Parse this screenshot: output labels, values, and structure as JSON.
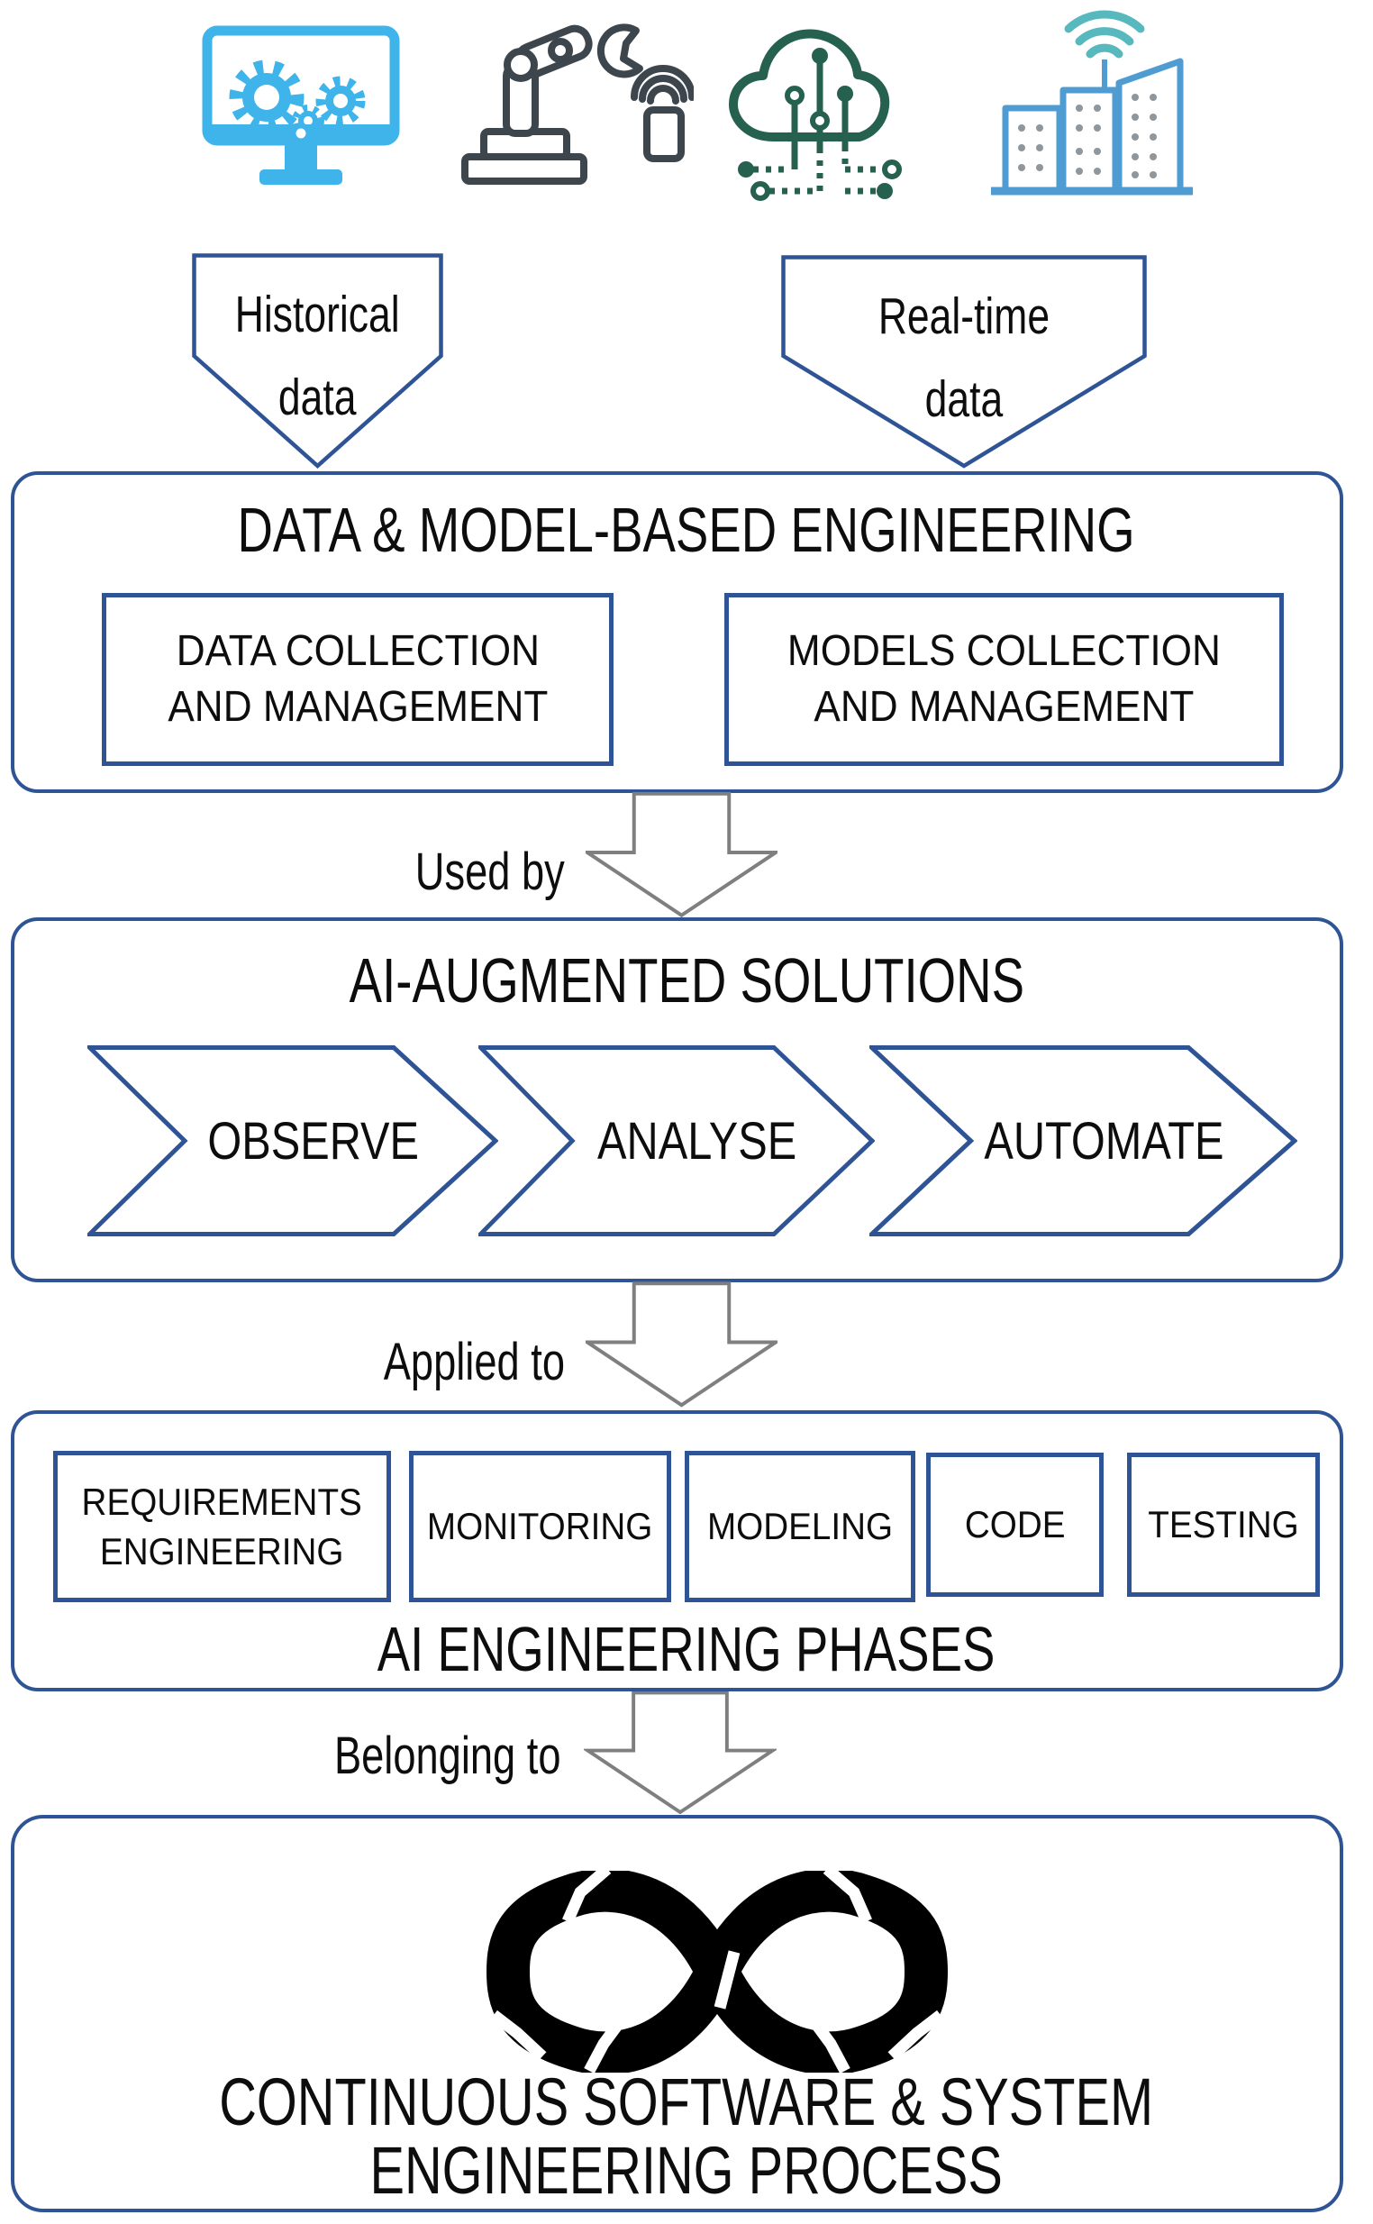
{
  "diagram": {
    "header_icons": [
      {
        "name": "software-monitor-icon"
      },
      {
        "name": "robot-arm-icon"
      },
      {
        "name": "iot-device-icon"
      },
      {
        "name": "cloud-circuit-icon"
      },
      {
        "name": "smart-city-icon"
      }
    ],
    "inputs": {
      "historical": "Historical\ndata",
      "realtime": "Real-time\ndata"
    },
    "data_model_engineering": {
      "title": "DATA & MODEL-BASED ENGINEERING",
      "data_collection": "DATA COLLECTION\nAND MANAGEMENT",
      "models_collection": "MODELS COLLECTION\nAND  MANAGEMENT"
    },
    "connectors": {
      "used_by": "Used by",
      "applied_to": "Applied to",
      "belonging_to": "Belonging to"
    },
    "ai_solutions": {
      "title": "AI-AUGMENTED SOLUTIONS",
      "steps": [
        "OBSERVE",
        "ANALYSE",
        "AUTOMATE"
      ]
    },
    "ai_phases": {
      "title": "AI ENGINEERING PHASES",
      "phases": [
        "REQUIREMENTS\nENGINEERING",
        "MONITORING",
        "MODELING",
        "CODE",
        "TESTING"
      ]
    },
    "continuous_process": {
      "title": "CONTINUOUS SOFTWARE & SYSTEM\nENGINEERING PROCESS"
    },
    "colors": {
      "outline_blue": "#2F5496",
      "arrow_gray": "#7F7F7F",
      "text_black": "#0D0D0D",
      "icon_monitor_blue": "#3EB4EA",
      "icon_robot_gray": "#3E464D",
      "icon_cloud_green": "#266150",
      "icon_city_blue": "#4E9CD2",
      "icon_wifi_teal": "#57B8BE",
      "infinity_black": "#000000"
    }
  }
}
